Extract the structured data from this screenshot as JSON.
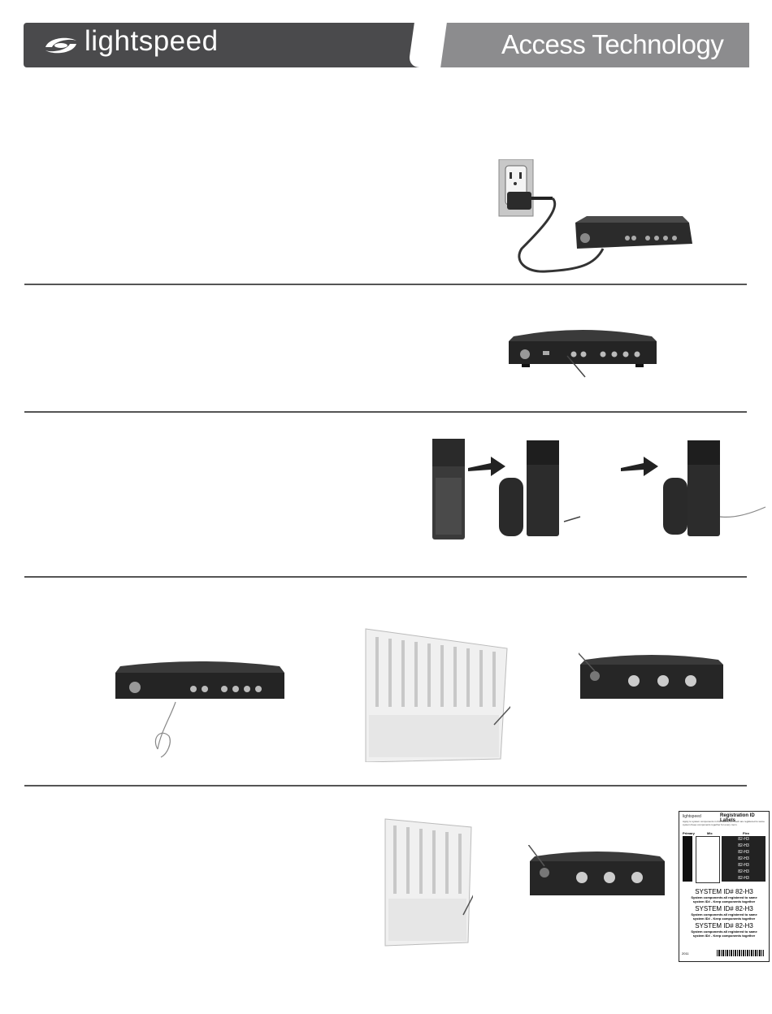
{
  "header": {
    "brand": "lightspeed",
    "product": "Access Technology",
    "logo_icon": "lightspeed-swirl-logo-icon",
    "colors": {
      "left_bar": "#4a4a4c",
      "right_bar": "#8c8c8e"
    }
  },
  "steps": [
    {
      "illustration": "power-adapter-plugged-into-outlet-and-base"
    },
    {
      "illustration": "base-audio-out-port-callout"
    },
    {
      "illustration": "pendant-microphone-opening-and-charging"
    },
    {
      "illustration": "base-and-speaker-sync-button"
    },
    {
      "illustration": "speaker-base-and-registration-labels"
    }
  ],
  "registration_label": {
    "brand": "lightspeed",
    "title": "Registration ID Labels",
    "instructions": "Apply to system components in this rows which each are registered to same system Keep components together for every room.",
    "col_headers": [
      "Primary",
      "Mic",
      "Flex"
    ],
    "grid_id": "82-H3",
    "system_id_text": "SYSTEM ID#",
    "system_id_value": "82-H3",
    "system_note_1": "System components all registered to same",
    "system_note_2": "system ID# - Keep components together",
    "bottom_code": "2011"
  }
}
